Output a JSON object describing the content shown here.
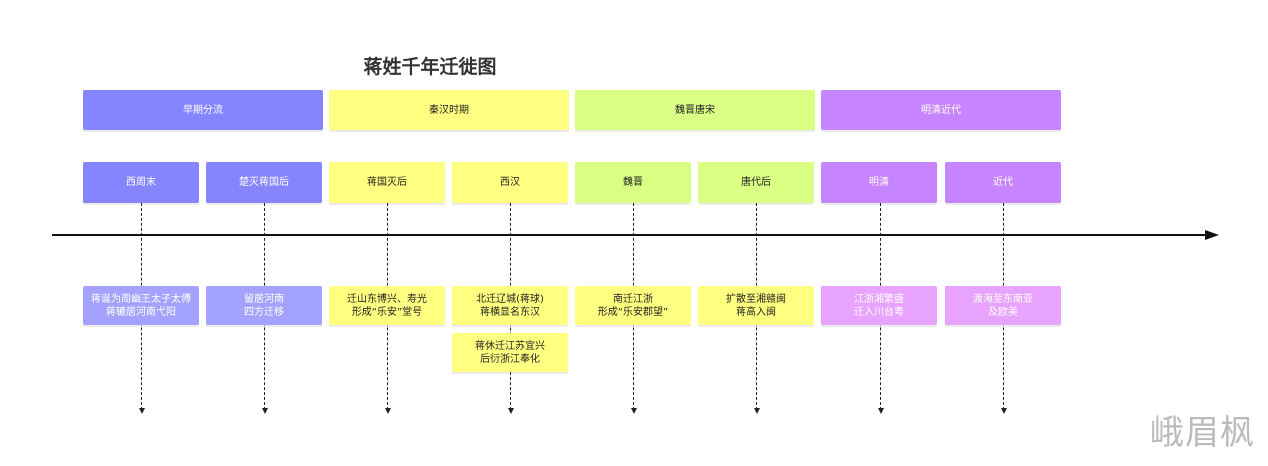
{
  "title": "蒋姓千年迁徙图",
  "watermark": "峨眉枫",
  "colors": {
    "blue": "#8585ff",
    "blue_light": "#a3a3ff",
    "yellow": "#ffff80",
    "green": "#d9ff85",
    "purple": "#c685ff",
    "purple_light": "#e8a3ff"
  },
  "groups": [
    {
      "label": "早期分流"
    },
    {
      "label": "秦汉时期"
    },
    {
      "label": "魏晋唐宋"
    },
    {
      "label": "明清近代"
    }
  ],
  "periods": [
    {
      "label": "西周末"
    },
    {
      "label": "楚灭蒋国后"
    },
    {
      "label": "蒋国灭后"
    },
    {
      "label": "西汉"
    },
    {
      "label": "魏晋"
    },
    {
      "label": "唐代后"
    },
    {
      "label": "明清"
    },
    {
      "label": "近代"
    }
  ],
  "details": [
    {
      "text": "蒋诞为周幽王太子太傅\n蒋辘居河南弋阳"
    },
    {
      "text": "留居河南\n四方迁移"
    },
    {
      "text": "迁山东博兴、寿光\n形成“乐安”堂号"
    },
    {
      "text": "北迁辽城(蒋球)\n蒋横显名东汉"
    },
    {
      "text": "南迁江浙\n形成“乐安郡望”"
    },
    {
      "text": "扩散至湘赣闽\n蒋高入闽"
    },
    {
      "text": "江浙湘繁盛\n迁入川台粤"
    },
    {
      "text": "渡海至东南亚\n及欧美"
    },
    {
      "text": "蒋休迁江苏宜兴\n后衍浙江奉化"
    }
  ]
}
